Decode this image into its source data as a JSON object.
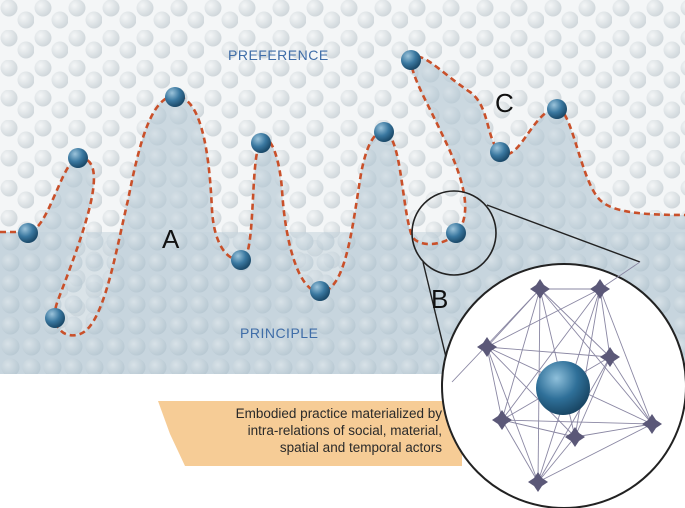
{
  "labels": {
    "preference": "PREFERENCE",
    "principle": "PRINCIPLE",
    "a": "A",
    "b": "B",
    "c": "C"
  },
  "caption": {
    "line1": "Embodied practice materialized by",
    "line2": "intra-relations of social, material,",
    "line3": "spatial and temporal actors"
  },
  "colors": {
    "boundary": "#c9502a",
    "principle_fill": "#cfdbe2",
    "ball": "#2a6385",
    "caption_bg": "#f6cc96",
    "node": "#5b5878"
  }
}
